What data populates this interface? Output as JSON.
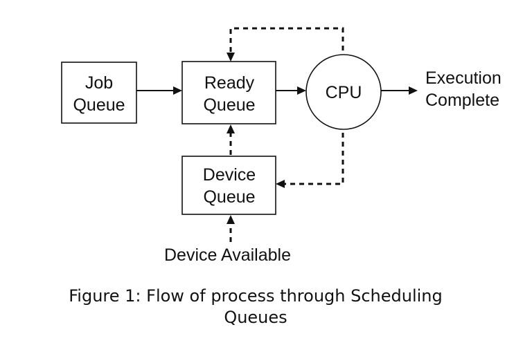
{
  "nodes": {
    "job_queue": {
      "line1": "Job",
      "line2": "Queue"
    },
    "ready_queue": {
      "line1": "Ready",
      "line2": "Queue"
    },
    "cpu": {
      "label": "CPU"
    },
    "device_queue": {
      "line1": "Device",
      "line2": "Queue"
    }
  },
  "labels": {
    "execution_line1": "Execution",
    "execution_line2": "Complete",
    "device_available": "Device Available"
  },
  "caption": {
    "line1": "Figure 1: Flow of process through Scheduling",
    "line2": "Queues"
  }
}
